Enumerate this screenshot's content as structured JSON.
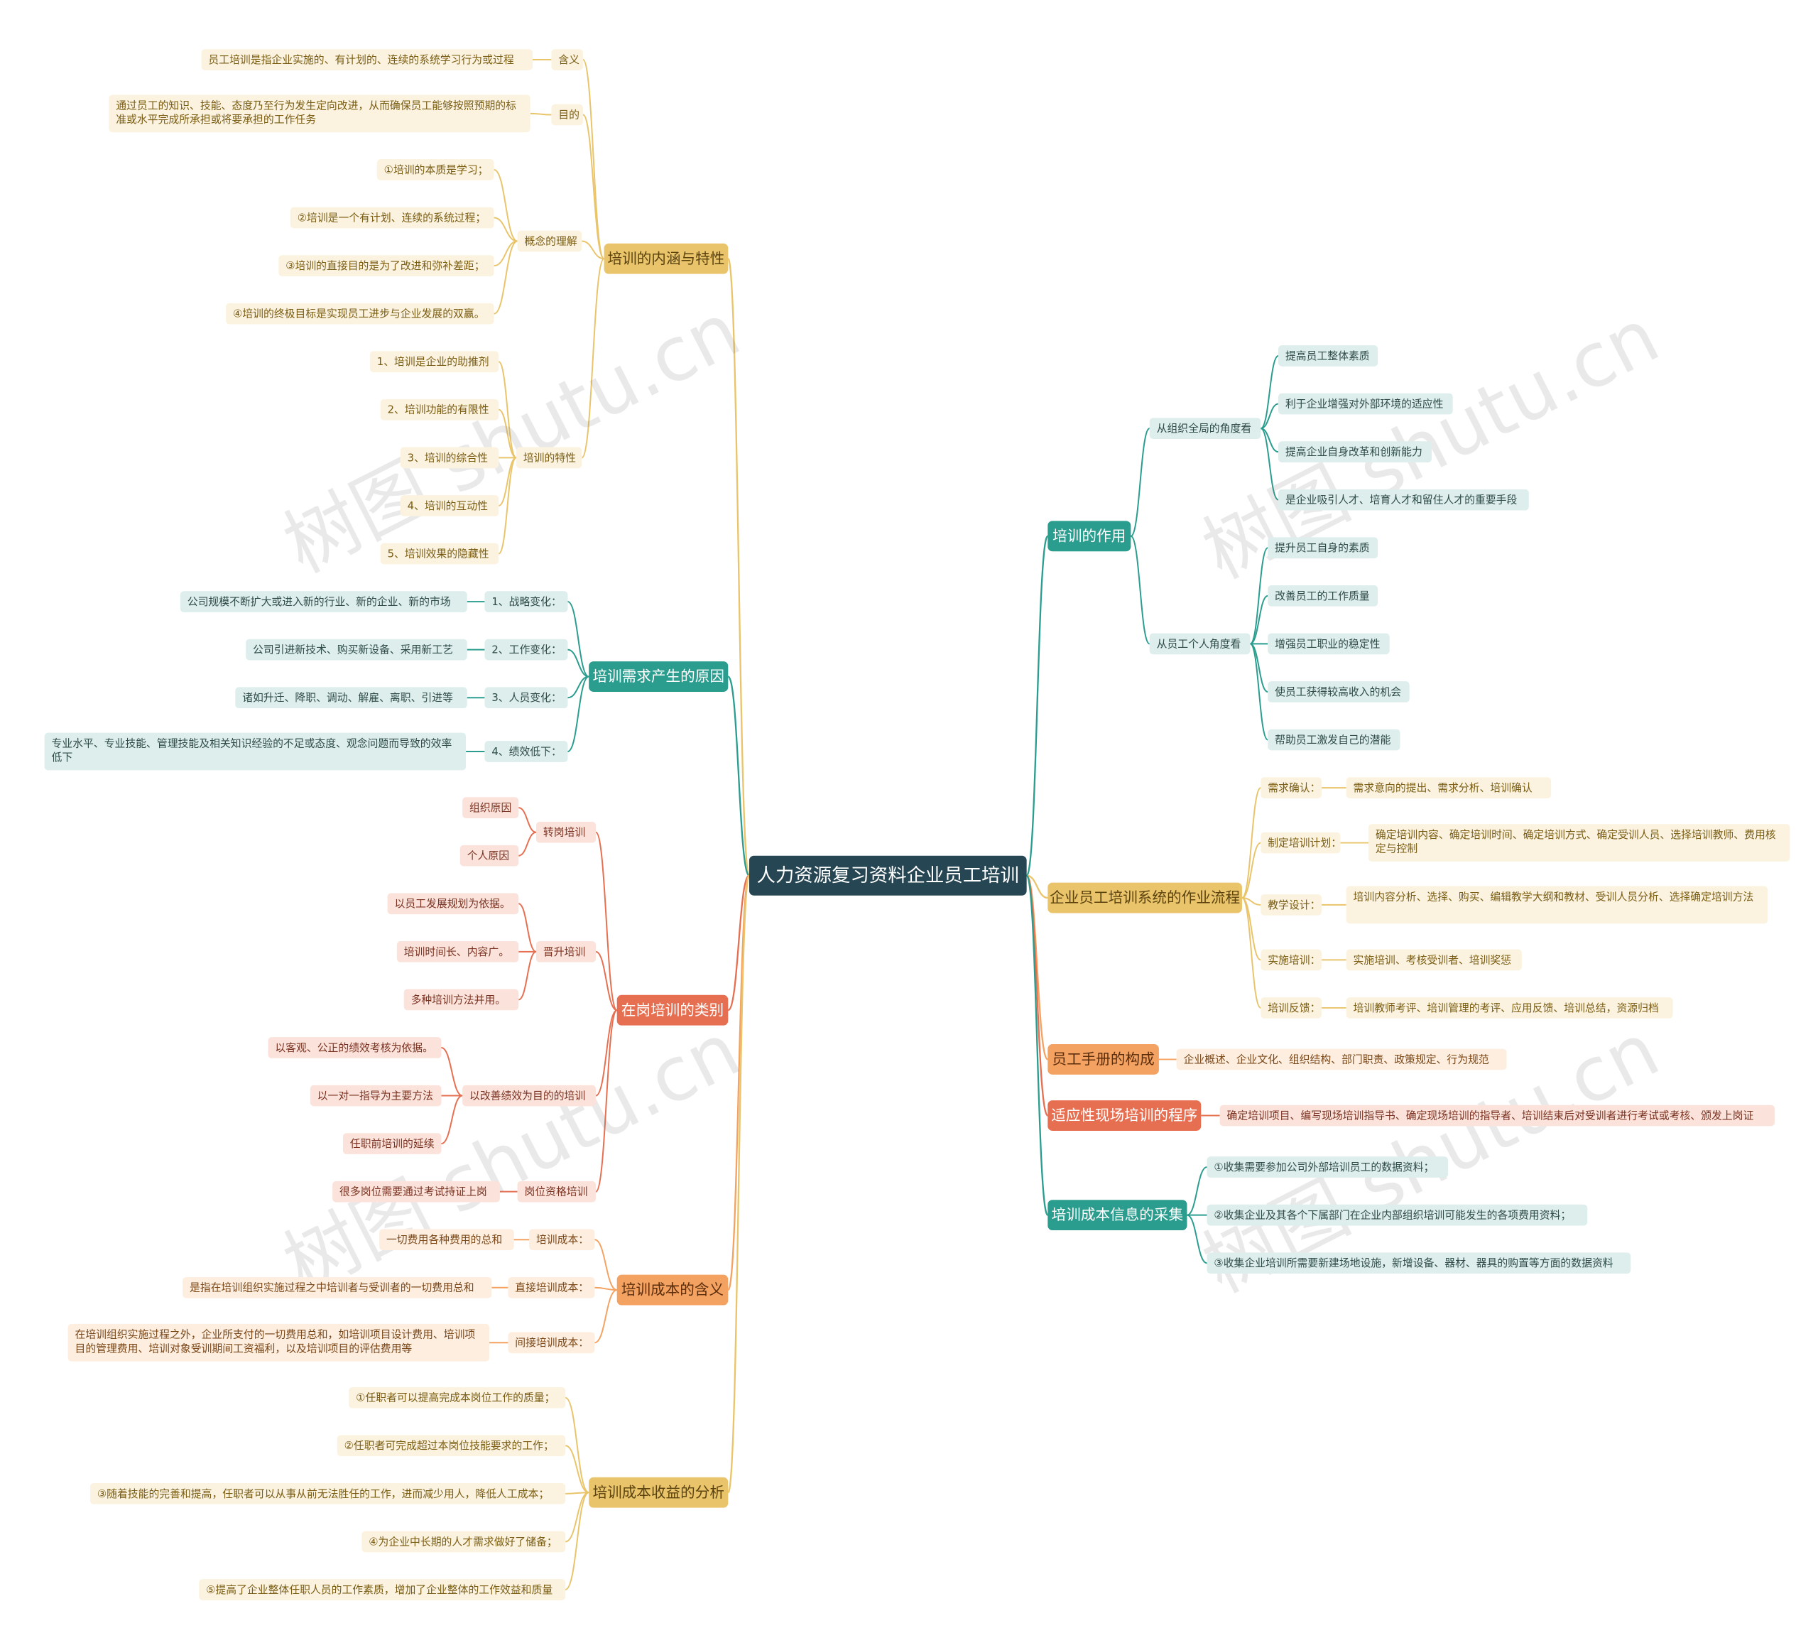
{
  "root": "人力资源复习资料企业员工培训",
  "watermark": "树图 shutu.cn",
  "colors": {
    "gold": "#e9c46a",
    "teal": "#2a9d8f",
    "coral": "#e76f51",
    "orange": "#f4a261",
    "root": "#264653",
    "lines": {
      "gold": "#e9c46a",
      "teal": "#2a9d8f",
      "coral": "#e76f51",
      "orange": "#f4a261"
    }
  },
  "left": [
    {
      "label": "培训的内涵与特性",
      "color": "gold",
      "children": [
        {
          "label": "含义",
          "children": [
            {
              "label": "员工培训是指企业实施的、有计划的、连续的系统学习行为或过程"
            }
          ]
        },
        {
          "label": "目的",
          "children": [
            {
              "label": "通过员工的知识、技能、态度乃至行为发生定向改进，从而确保员工能够按照预期的标准或水平完成所承担或将要承担的工作任务"
            }
          ]
        },
        {
          "label": "概念的理解",
          "children": [
            {
              "label": "①培训的本质是学习；"
            },
            {
              "label": "②培训是一个有计划、连续的系统过程；"
            },
            {
              "label": "③培训的直接目的是为了改进和弥补差距；"
            },
            {
              "label": "④培训的终极目标是实现员工进步与企业发展的双赢。"
            }
          ]
        },
        {
          "label": "培训的特性",
          "children": [
            {
              "label": "1、培训是企业的助推剂"
            },
            {
              "label": "2、培训功能的有限性"
            },
            {
              "label": "3、培训的综合性"
            },
            {
              "label": "4、培训的互动性"
            },
            {
              "label": "5、培训效果的隐藏性"
            }
          ]
        }
      ]
    },
    {
      "label": "培训需求产生的原因",
      "color": "teal",
      "children": [
        {
          "label": "1、战略变化：",
          "children": [
            {
              "label": "公司规模不断扩大或进入新的行业、新的企业、新的市场"
            }
          ]
        },
        {
          "label": "2、工作变化：",
          "children": [
            {
              "label": "公司引进新技术、购买新设备、采用新工艺"
            }
          ]
        },
        {
          "label": "3、人员变化：",
          "children": [
            {
              "label": "诸如升迁、降职、调动、解雇、离职、引进等"
            }
          ]
        },
        {
          "label": "4、绩效低下：",
          "children": [
            {
              "label": "专业水平、专业技能、管理技能及相关知识经验的不足或态度、观念问题而导致的效率低下"
            }
          ]
        }
      ]
    },
    {
      "label": "在岗培训的类别",
      "color": "coral",
      "children": [
        {
          "label": "转岗培训",
          "children": [
            {
              "label": "组织原因"
            },
            {
              "label": "个人原因"
            }
          ]
        },
        {
          "label": "晋升培训",
          "children": [
            {
              "label": "以员工发展规划为依据。"
            },
            {
              "label": "培训时间长、内容广。"
            },
            {
              "label": "多种培训方法并用。"
            }
          ]
        },
        {
          "label": "以改善绩效为目的的培训",
          "children": [
            {
              "label": "以客观、公正的绩效考核为依据。"
            },
            {
              "label": "以一对一指导为主要方法"
            },
            {
              "label": "任职前培训的延续"
            }
          ]
        },
        {
          "label": "岗位资格培训",
          "children": [
            {
              "label": "很多岗位需要通过考试持证上岗"
            }
          ]
        }
      ]
    },
    {
      "label": "培训成本的含义",
      "color": "orange",
      "children": [
        {
          "label": "培训成本：",
          "children": [
            {
              "label": "一切费用各种费用的总和"
            }
          ]
        },
        {
          "label": "直接培训成本：",
          "children": [
            {
              "label": "是指在培训组织实施过程之中培训者与受训者的一切费用总和"
            }
          ]
        },
        {
          "label": "间接培训成本：",
          "children": [
            {
              "label": "在培训组织实施过程之外，企业所支付的一切费用总和，如培训项目设计费用、培训项目的管理费用、培训对象受训期间工资福利，以及培训项目的评估费用等"
            }
          ]
        }
      ]
    },
    {
      "label": "培训成本收益的分析",
      "color": "gold",
      "children": [
        {
          "label": "①任职者可以提高完成本岗位工作的质量；"
        },
        {
          "label": "②任职者可完成超过本岗位技能要求的工作；"
        },
        {
          "label": "③随着技能的完善和提高，任职者可以从事从前无法胜任的工作，进而减少用人，降低人工成本；"
        },
        {
          "label": "④为企业中长期的人才需求做好了储备；"
        },
        {
          "label": "⑤提高了企业整体任职人员的工作素质，增加了企业整体的工作效益和质量"
        }
      ]
    }
  ],
  "right": [
    {
      "label": "培训的作用",
      "color": "teal",
      "children": [
        {
          "label": "从组织全局的角度看",
          "children": [
            {
              "label": "提高员工整体素质"
            },
            {
              "label": "利于企业增强对外部环境的适应性"
            },
            {
              "label": "提高企业自身改革和创新能力"
            },
            {
              "label": "是企业吸引人才、培育人才和留住人才的重要手段"
            }
          ]
        },
        {
          "label": "从员工个人角度看",
          "children": [
            {
              "label": "提升员工自身的素质"
            },
            {
              "label": "改善员工的工作质量"
            },
            {
              "label": "增强员工职业的稳定性"
            },
            {
              "label": "使员工获得较高收入的机会"
            },
            {
              "label": "帮助员工激发自己的潜能"
            }
          ]
        }
      ]
    },
    {
      "label": "企业员工培训系统的作业流程",
      "color": "gold",
      "children": [
        {
          "label": "需求确认：",
          "children": [
            {
              "label": "需求意向的提出、需求分析、培训确认"
            }
          ]
        },
        {
          "label": "制定培训计划：",
          "children": [
            {
              "label": "确定培训内容、确定培训时间、确定培训方式、确定受训人员、选择培训教师、费用核定与控制"
            }
          ]
        },
        {
          "label": "教学设计：",
          "children": [
            {
              "label": "培训内容分析、选择、购买、编辑教学大纲和教材、受训人员分析、选择确定培训方法"
            }
          ]
        },
        {
          "label": "实施培训：",
          "children": [
            {
              "label": "实施培训、考核受训者、培训奖惩"
            }
          ]
        },
        {
          "label": "培训反馈：",
          "children": [
            {
              "label": "培训教师考评、培训管理的考评、应用反馈、培训总结，资源归档"
            }
          ]
        }
      ]
    },
    {
      "label": "员工手册的构成",
      "color": "orange",
      "children": [
        {
          "label": "企业概述、企业文化、组织结构、部门职责、政策规定、行为规范"
        }
      ]
    },
    {
      "label": "适应性现场培训的程序",
      "color": "coral",
      "children": [
        {
          "label": "确定培训项目、编写现场培训指导书、确定现场培训的指导者、培训结束后对受训者进行考试或考核、颁发上岗证"
        }
      ]
    },
    {
      "label": "培训成本信息的采集",
      "color": "teal",
      "children": [
        {
          "label": "①收集需要参加公司外部培训员工的数据资料；"
        },
        {
          "label": "②收集企业及其各个下属部门在企业内部组织培训可能发生的各项费用资料；"
        },
        {
          "label": "③收集企业培训所需要新建场地设施，新增设备、器材、器具的购置等方面的数据资料"
        }
      ]
    }
  ]
}
